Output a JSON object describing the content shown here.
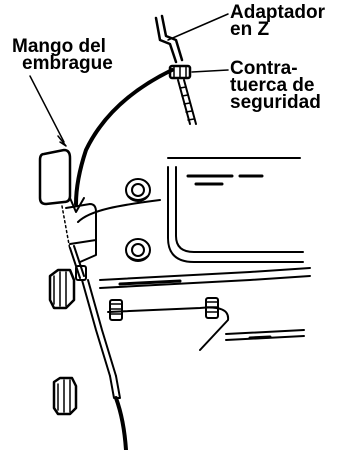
{
  "labels": {
    "clutch_handle": [
      "Mango del",
      "embrague"
    ],
    "z_adapter": [
      "Adaptador",
      "en Z"
    ],
    "lock_nut": [
      "Contra-",
      "tuerca de",
      "seguridad"
    ]
  },
  "colors": {
    "line": "#000000",
    "background": "#ffffff"
  }
}
